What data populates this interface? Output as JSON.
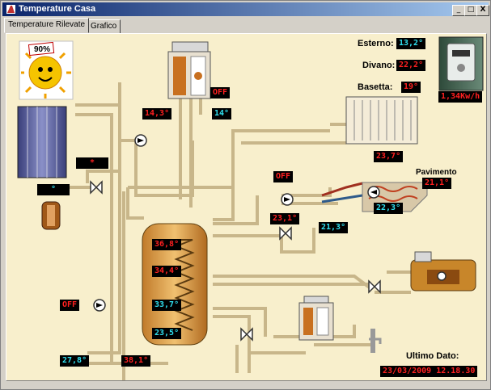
{
  "window": {
    "title": "Temperature Casa",
    "buttons": {
      "minimize": "_",
      "maximize": "□",
      "close": "X"
    }
  },
  "tabs": [
    {
      "label": "Temperature Rilevate",
      "active": true
    },
    {
      "label": "Grafico",
      "active": false
    }
  ],
  "badge": {
    "text": "90%"
  },
  "readings": {
    "esterno": {
      "label": "Esterno:",
      "value": "13,2°"
    },
    "divano": {
      "label": "Divano:",
      "value": "22,2°"
    },
    "basetta": {
      "label": "Basetta:",
      "value": "19°"
    }
  },
  "meter": {
    "value": "1,34Kw/h"
  },
  "boiler": {
    "status": "OFF",
    "left_temp": "14,3°",
    "right_temp": "14°"
  },
  "solar": {
    "top_value": "*",
    "bottom_value": "°"
  },
  "floor_heating": {
    "label": "Pavimento",
    "top_temp": "23,7°",
    "right_temp": "21,1°",
    "bottom_temp": "22,3°"
  },
  "mixing_circuit": {
    "status": "OFF",
    "temp_left": "23,1°",
    "temp_right": "21,3°"
  },
  "tank": {
    "t1": "36,8°",
    "t2": "34,4°",
    "t3": "33,7°",
    "t4": "23,5°"
  },
  "collector_loop": {
    "status": "OFF",
    "temp_left": "27,8°",
    "temp_right": "38,1°"
  },
  "last_data": {
    "label": "Ultimo Dato:",
    "value": "23/03/2009 12.18.30"
  },
  "colors": {
    "pipe": "#c8b68a",
    "panel": "#f8efcc",
    "title": "#0a246a",
    "red_value": "#ff2020",
    "cyan_value": "#30e0f0"
  }
}
